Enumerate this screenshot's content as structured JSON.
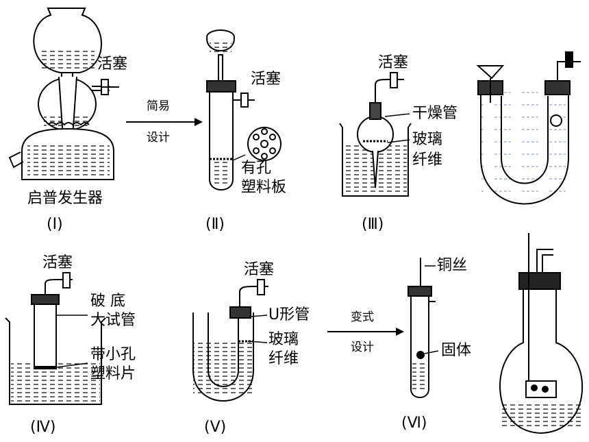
{
  "labels": {
    "stopcock": "活塞",
    "kipp": "启普发生器",
    "simple": "简易",
    "design": "设计",
    "perforated_line1": "有孔",
    "perforated_line2": "塑料板",
    "drying_tube": "干燥管",
    "glass_fiber_line1": "玻璃",
    "glass_fiber_line2": "纤维",
    "broken_tube_line1": "破 底",
    "broken_tube_line2": "大试管",
    "small_hole_line1": "带小孔",
    "small_hole_line2": "塑料片",
    "u_tube": "U形管",
    "variant": "变式",
    "copper_wire": "铜丝",
    "solid": "固体"
  },
  "captions": {
    "I": "(Ⅰ)",
    "II": "(Ⅱ)",
    "III": "(Ⅲ)",
    "IV": "(Ⅳ)",
    "V": "(Ⅴ)",
    "VI": "(Ⅵ)"
  }
}
